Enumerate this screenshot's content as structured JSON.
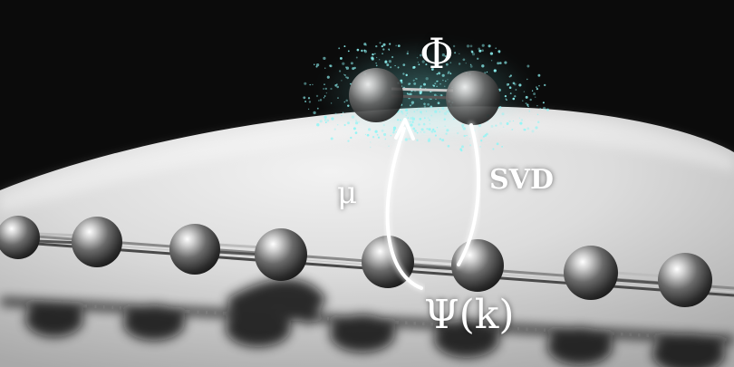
{
  "labels": {
    "phi": "Φ",
    "mu": "μ",
    "svd": "SVD",
    "psi": "Ψ(k)"
  },
  "colors": {
    "background": "#0b0b0b",
    "surface": "#d9d9d9",
    "sphere": "#5a5a5a",
    "cloud": "#6fe6e6",
    "arrow": "#ffffff"
  }
}
